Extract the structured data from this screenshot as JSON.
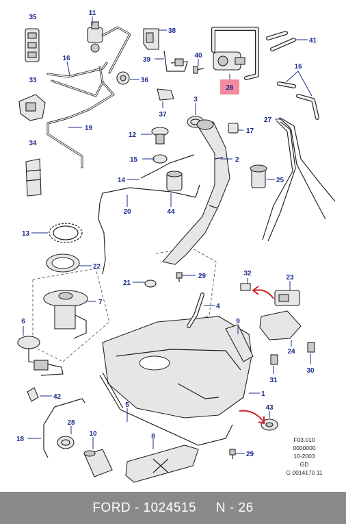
{
  "callouts": {
    "c1": "1",
    "c2": "2",
    "c3": "3",
    "c4": "4",
    "c5": "5",
    "c6": "6",
    "c7": "7",
    "c8": "8",
    "c9": "9",
    "c10": "10",
    "c11": "11",
    "c12": "12",
    "c13": "13",
    "c14": "14",
    "c15": "15",
    "c16a": "16",
    "c16b": "16",
    "c17": "17",
    "c18": "18",
    "c19": "19",
    "c20": "20",
    "c21": "21",
    "c22": "22",
    "c23": "23",
    "c24": "24",
    "c25": "25",
    "c26": "26",
    "c27": "27",
    "c28": "28",
    "c29a": "29",
    "c29b": "29",
    "c30": "30",
    "c31": "31",
    "c32": "32",
    "c33": "33",
    "c34": "34",
    "c35": "35",
    "c36": "36",
    "c37": "37",
    "c38": "38",
    "c39": "39",
    "c40": "40",
    "c41": "41",
    "c42": "42",
    "c43": "43",
    "c44": "44"
  },
  "highlight_color": "#f48aa0",
  "callout_color": "#1a2a8c",
  "arrow_color": "#d21f1f",
  "reference": {
    "line1": "F03.010",
    "line2": "0000000",
    "line3": "10-2003",
    "line4": "GD",
    "line5": "G 0014170 11"
  },
  "footer": {
    "brand": "FORD",
    "sep1": " - ",
    "part_number": "1024515",
    "gap": "     ",
    "position_label": "N - 26"
  }
}
